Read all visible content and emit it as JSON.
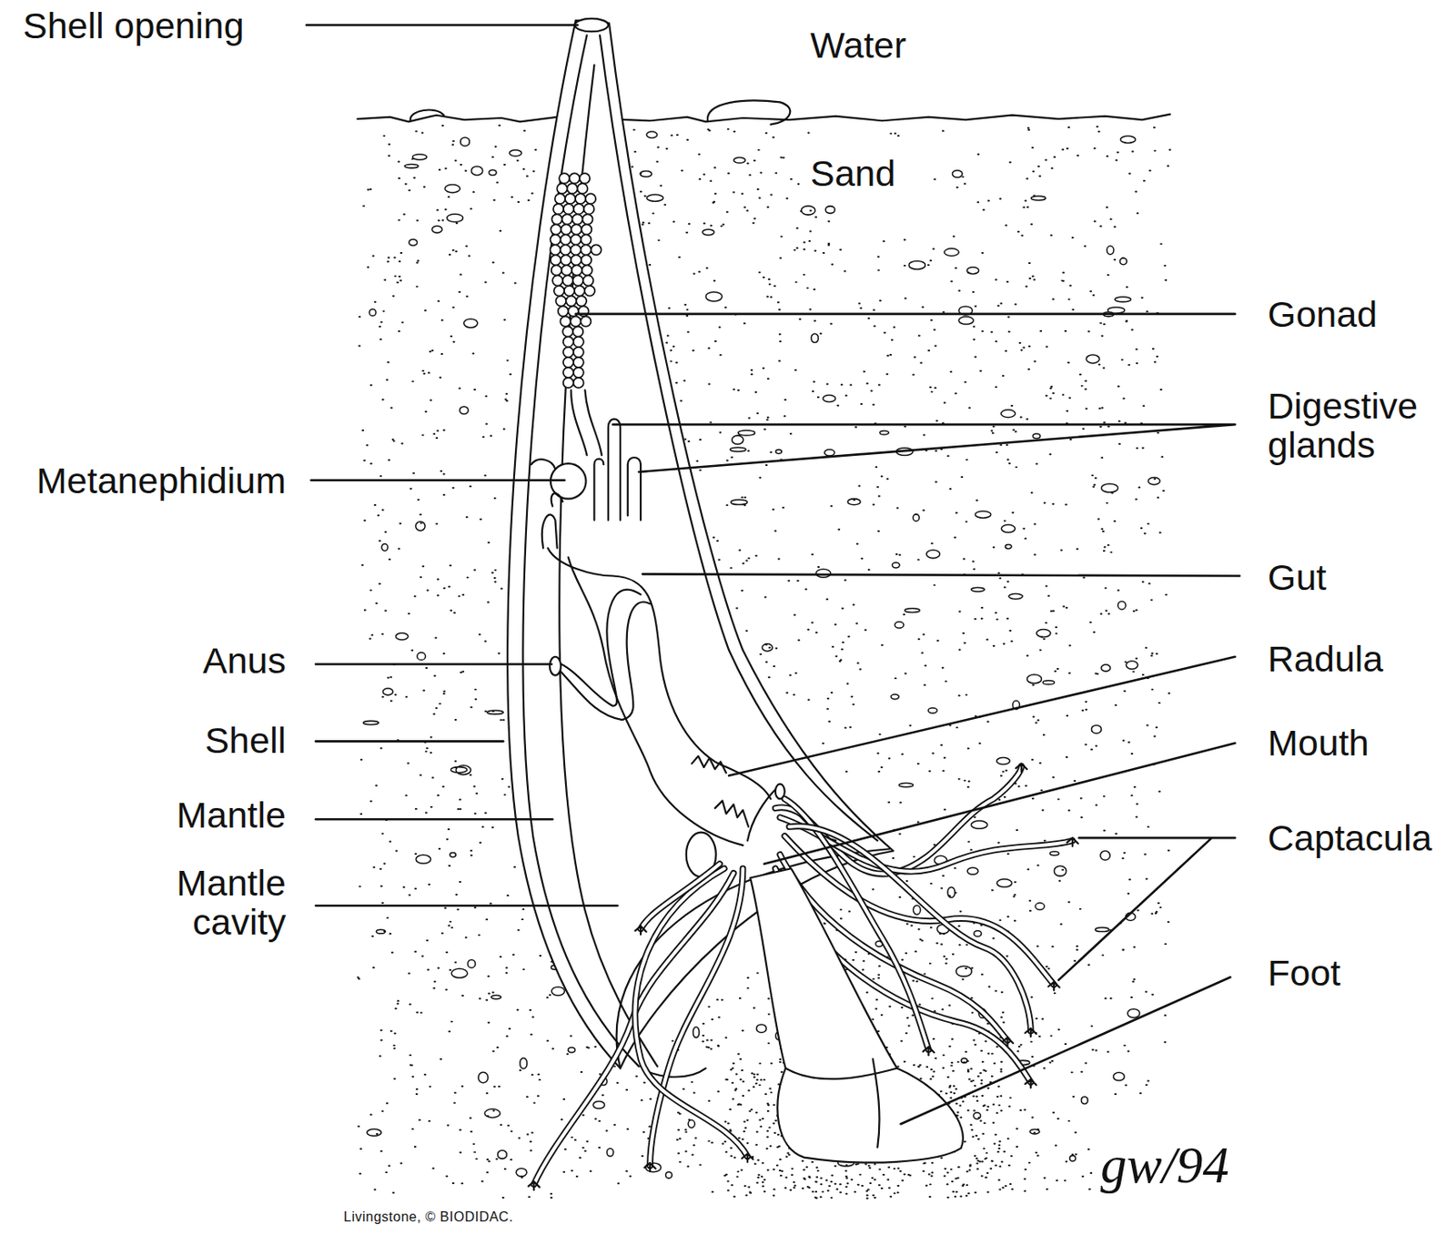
{
  "diagram": {
    "labels": [
      "Shell opening",
      "Water",
      "Sand",
      "Gonad",
      "Digestive glands",
      "Metanephidium",
      "Gut",
      "Anus",
      "Radula",
      "Shell",
      "Mouth",
      "Mantle",
      "Captacula",
      "Mantle cavity",
      "Foot",
      "gw/94",
      "Livingstone, © BIODIDAC."
    ]
  }
}
